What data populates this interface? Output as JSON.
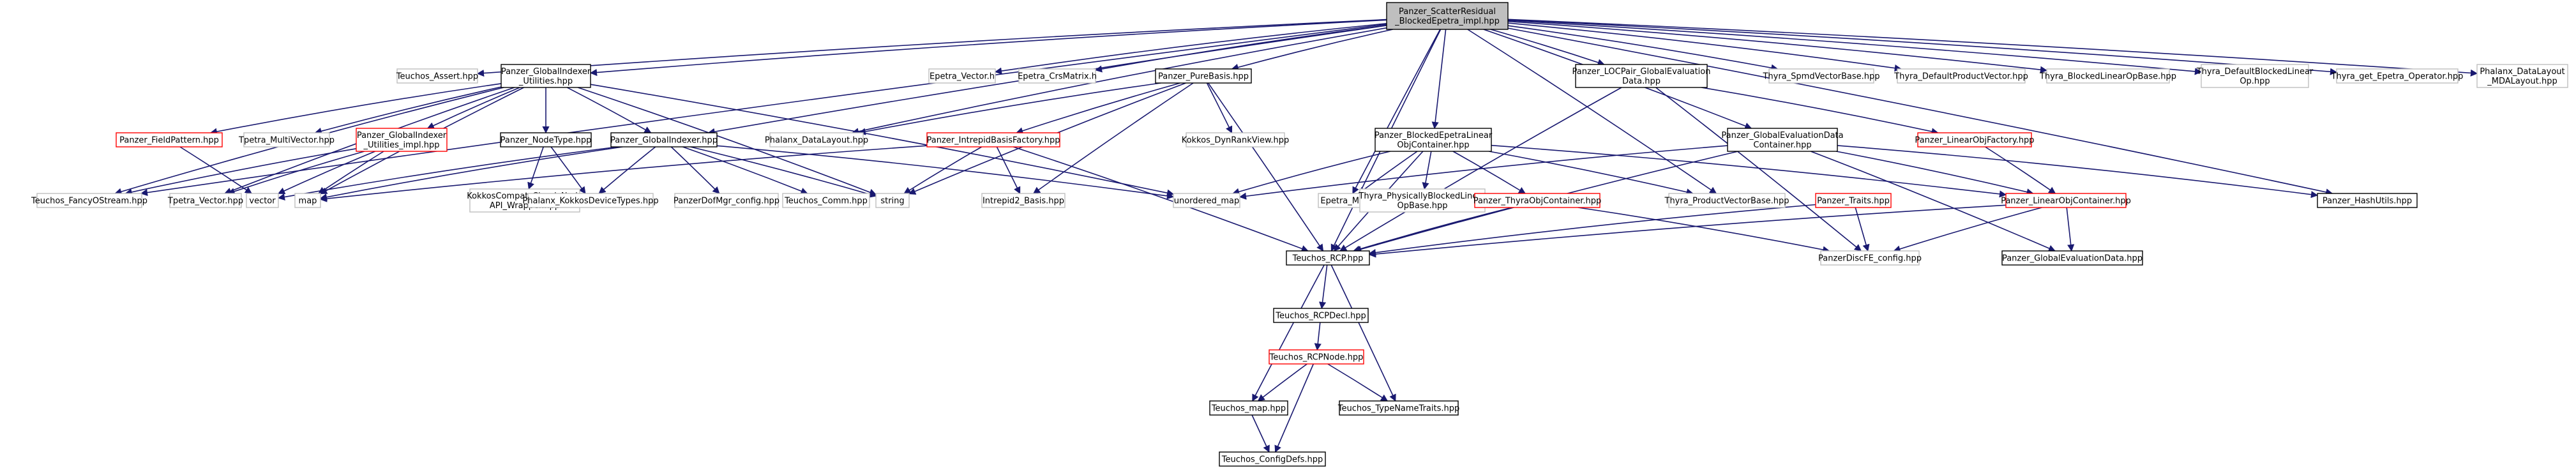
{
  "diagram": {
    "title": "",
    "colors": {
      "edge": "#191970",
      "root_fill": "#bfbfbf",
      "root_stroke": "#000000",
      "documented_stroke": "#000000",
      "undocumented_stroke": "#bfbfbf",
      "link_missing_stroke": "#ff0000"
    },
    "nodes": [
      {
        "id": "root",
        "style": "root",
        "lines": [
          "Panzer_ScatterResidual",
          "_BlockedEpetra_impl.hpp"
        ]
      },
      {
        "id": "teuchos_assert",
        "style": "undocumented",
        "lines": [
          "Teuchos_Assert.hpp"
        ]
      },
      {
        "id": "gi_utilities",
        "style": "documented",
        "lines": [
          "Panzer_GlobalIndexer",
          "_Utilities.hpp"
        ]
      },
      {
        "id": "epetra_vector",
        "style": "undocumented",
        "lines": [
          "Epetra_Vector.h"
        ]
      },
      {
        "id": "epetra_crsmatrix",
        "style": "undocumented",
        "lines": [
          "Epetra_CrsMatrix.h"
        ]
      },
      {
        "id": "pure_basis",
        "style": "documented",
        "lines": [
          "Panzer_PureBasis.hpp"
        ]
      },
      {
        "id": "loc_pair",
        "style": "documented",
        "lines": [
          "Panzer_LOCPair_GlobalEvaluation",
          "Data.hpp"
        ]
      },
      {
        "id": "thyra_spmd",
        "style": "undocumented",
        "lines": [
          "Thyra_SpmdVectorBase.hpp"
        ]
      },
      {
        "id": "thyra_default_pv",
        "style": "undocumented",
        "lines": [
          "Thyra_DefaultProductVector.hpp"
        ]
      },
      {
        "id": "thyra_blocked_lop",
        "style": "undocumented",
        "lines": [
          "Thyra_BlockedLinearOpBase.hpp"
        ]
      },
      {
        "id": "thyra_default_blocked",
        "style": "undocumented",
        "lines": [
          "Thyra_DefaultBlockedLinear",
          "Op.hpp"
        ]
      },
      {
        "id": "thyra_get_epetra",
        "style": "undocumented",
        "lines": [
          "Thyra_get_Epetra_Operator.hpp"
        ]
      },
      {
        "id": "phalanx_mdalayout",
        "style": "undocumented",
        "lines": [
          "Phalanx_DataLayout",
          "_MDALayout.hpp"
        ]
      },
      {
        "id": "field_pattern",
        "style": "missing",
        "lines": [
          "Panzer_FieldPattern.hpp"
        ]
      },
      {
        "id": "tpetra_multivector",
        "style": "undocumented",
        "lines": [
          "Tpetra_MultiVector.hpp"
        ]
      },
      {
        "id": "gi_utilities_impl",
        "style": "missing",
        "lines": [
          "Panzer_GlobalIndexer",
          "_Utilities_impl.hpp"
        ]
      },
      {
        "id": "node_type",
        "style": "documented",
        "lines": [
          "Panzer_NodeType.hpp"
        ]
      },
      {
        "id": "global_indexer",
        "style": "documented",
        "lines": [
          "Panzer_GlobalIndexer.hpp"
        ]
      },
      {
        "id": "phalanx_datalayout",
        "style": "undocumented",
        "lines": [
          "Phalanx_DataLayout.hpp"
        ]
      },
      {
        "id": "kokkos_dynrank",
        "style": "undocumented",
        "lines": [
          "Kokkos_DynRankView.hpp"
        ]
      },
      {
        "id": "blocked_epetra_lo",
        "style": "documented",
        "lines": [
          "Panzer_BlockedEpetraLinear",
          "ObjContainer.hpp"
        ]
      },
      {
        "id": "global_eval_dc",
        "style": "documented",
        "lines": [
          "Panzer_GlobalEvaluationData",
          "Container.hpp"
        ]
      },
      {
        "id": "linear_obj_factory",
        "style": "missing",
        "lines": [
          "Panzer_LinearObjFactory.hpp"
        ]
      },
      {
        "id": "intrepid_factory",
        "style": "missing",
        "lines": [
          "Panzer_IntrepidBasisFactory.hpp"
        ]
      },
      {
        "id": "teuchos_fancy",
        "style": "undocumented",
        "lines": [
          "Teuchos_FancyOStream.hpp"
        ]
      },
      {
        "id": "tpetra_vector",
        "style": "undocumented",
        "lines": [
          "Tpetra_Vector.hpp"
        ]
      },
      {
        "id": "vector",
        "style": "undocumented",
        "lines": [
          "vector"
        ]
      },
      {
        "id": "map",
        "style": "undocumented",
        "lines": [
          "map"
        ]
      },
      {
        "id": "kokkos_compat",
        "style": "undocumented",
        "lines": [
          "KokkosCompat_ClassicNode",
          "API_Wrapper.hpp"
        ]
      },
      {
        "id": "phalanx_kokkos",
        "style": "undocumented",
        "lines": [
          "Phalanx_KokkosDeviceTypes.hpp"
        ]
      },
      {
        "id": "panzer_dofmgr",
        "style": "undocumented",
        "lines": [
          "PanzerDofMgr_config.hpp"
        ]
      },
      {
        "id": "teuchos_comm",
        "style": "undocumented",
        "lines": [
          "Teuchos_Comm.hpp"
        ]
      },
      {
        "id": "string",
        "style": "undocumented",
        "lines": [
          "string"
        ]
      },
      {
        "id": "intrepid2_basis",
        "style": "undocumented",
        "lines": [
          "Intrepid2_Basis.hpp"
        ]
      },
      {
        "id": "unordered_map",
        "style": "undocumented",
        "lines": [
          "unordered_map"
        ]
      },
      {
        "id": "epetra_map",
        "style": "undocumented",
        "lines": [
          "Epetra_Map.h"
        ]
      },
      {
        "id": "thyra_phys_blocked",
        "style": "undocumented",
        "lines": [
          "Thyra_PhysicallyBlockedLinear",
          "OpBase.hpp"
        ]
      },
      {
        "id": "thyra_obj_container",
        "style": "missing",
        "lines": [
          "Panzer_ThyraObjContainer.hpp"
        ]
      },
      {
        "id": "thyra_product_vb",
        "style": "undocumented",
        "lines": [
          "Thyra_ProductVectorBase.hpp"
        ]
      },
      {
        "id": "panzer_traits",
        "style": "missing",
        "lines": [
          "Panzer_Traits.hpp"
        ]
      },
      {
        "id": "linear_obj_container",
        "style": "missing",
        "lines": [
          "Panzer_LinearObjContainer.hpp"
        ]
      },
      {
        "id": "hash_utils",
        "style": "documented",
        "lines": [
          "Panzer_HashUtils.hpp"
        ]
      },
      {
        "id": "teuchos_rcp",
        "style": "documented",
        "lines": [
          "Teuchos_RCP.hpp"
        ]
      },
      {
        "id": "panzer_discfe",
        "style": "undocumented",
        "lines": [
          "PanzerDiscFE_config.hpp"
        ]
      },
      {
        "id": "global_eval_data",
        "style": "documented",
        "lines": [
          "Panzer_GlobalEvaluationData.hpp"
        ]
      },
      {
        "id": "rcp_decl",
        "style": "documented",
        "lines": [
          "Teuchos_RCPDecl.hpp"
        ]
      },
      {
        "id": "rcp_node",
        "style": "missing",
        "lines": [
          "Teuchos_RCPNode.hpp"
        ]
      },
      {
        "id": "teuchos_map",
        "style": "documented",
        "lines": [
          "Teuchos_map.hpp"
        ]
      },
      {
        "id": "type_name_traits",
        "style": "documented",
        "lines": [
          "Teuchos_TypeNameTraits.hpp"
        ]
      },
      {
        "id": "config_defs",
        "style": "documented",
        "lines": [
          "Teuchos_ConfigDefs.hpp"
        ]
      }
    ],
    "edges": [
      [
        "root",
        "teuchos_assert"
      ],
      [
        "root",
        "gi_utilities"
      ],
      [
        "root",
        "epetra_vector"
      ],
      [
        "root",
        "epetra_crsmatrix"
      ],
      [
        "root",
        "pure_basis"
      ],
      [
        "root",
        "loc_pair"
      ],
      [
        "root",
        "thyra_spmd"
      ],
      [
        "root",
        "thyra_default_pv"
      ],
      [
        "root",
        "thyra_blocked_lop"
      ],
      [
        "root",
        "thyra_default_blocked"
      ],
      [
        "root",
        "thyra_get_epetra"
      ],
      [
        "root",
        "phalanx_mdalayout"
      ],
      [
        "root",
        "teuchos_fancy"
      ],
      [
        "root",
        "global_indexer"
      ],
      [
        "root",
        "blocked_epetra_lo"
      ],
      [
        "root",
        "global_eval_dc"
      ],
      [
        "root",
        "epetra_map"
      ],
      [
        "root",
        "teuchos_rcp"
      ],
      [
        "root",
        "hash_utils"
      ],
      [
        "root",
        "thyra_product_vb"
      ],
      [
        "root",
        "phalanx_datalayout"
      ],
      [
        "gi_utilities",
        "field_pattern"
      ],
      [
        "gi_utilities",
        "tpetra_multivector"
      ],
      [
        "gi_utilities",
        "gi_utilities_impl"
      ],
      [
        "gi_utilities",
        "node_type"
      ],
      [
        "gi_utilities",
        "global_indexer"
      ],
      [
        "gi_utilities",
        "teuchos_fancy"
      ],
      [
        "gi_utilities",
        "tpetra_vector"
      ],
      [
        "gi_utilities",
        "map"
      ],
      [
        "gi_utilities",
        "string"
      ],
      [
        "gi_utilities",
        "unordered_map"
      ],
      [
        "field_pattern",
        "vector"
      ],
      [
        "gi_utilities_impl",
        "teuchos_fancy"
      ],
      [
        "gi_utilities_impl",
        "tpetra_vector"
      ],
      [
        "gi_utilities_impl",
        "vector"
      ],
      [
        "gi_utilities_impl",
        "map"
      ],
      [
        "node_type",
        "kokkos_compat"
      ],
      [
        "node_type",
        "phalanx_kokkos"
      ],
      [
        "global_indexer",
        "map"
      ],
      [
        "global_indexer",
        "vector"
      ],
      [
        "global_indexer",
        "phalanx_kokkos"
      ],
      [
        "global_indexer",
        "panzer_dofmgr"
      ],
      [
        "global_indexer",
        "teuchos_comm"
      ],
      [
        "global_indexer",
        "string"
      ],
      [
        "global_indexer",
        "unordered_map"
      ],
      [
        "pure_basis",
        "phalanx_datalayout"
      ],
      [
        "pure_basis",
        "kokkos_dynrank"
      ],
      [
        "pure_basis",
        "intrepid_factory"
      ],
      [
        "pure_basis",
        "string"
      ],
      [
        "pure_basis",
        "intrepid2_basis"
      ],
      [
        "pure_basis",
        "teuchos_rcp"
      ],
      [
        "intrepid_factory",
        "string"
      ],
      [
        "intrepid_factory",
        "intrepid2_basis"
      ],
      [
        "intrepid_factory",
        "teuchos_rcp"
      ],
      [
        "intrepid_factory",
        "map"
      ],
      [
        "blocked_epetra_lo",
        "unordered_map"
      ],
      [
        "blocked_epetra_lo",
        "epetra_map"
      ],
      [
        "blocked_epetra_lo",
        "thyra_phys_blocked"
      ],
      [
        "blocked_epetra_lo",
        "thyra_obj_container"
      ],
      [
        "blocked_epetra_lo",
        "thyra_product_vb"
      ],
      [
        "blocked_epetra_lo",
        "linear_obj_container"
      ],
      [
        "blocked_epetra_lo",
        "teuchos_rcp"
      ],
      [
        "global_eval_dc",
        "unordered_map"
      ],
      [
        "global_eval_dc",
        "teuchos_rcp"
      ],
      [
        "global_eval_dc",
        "hash_utils"
      ],
      [
        "global_eval_dc",
        "linear_obj_container"
      ],
      [
        "global_eval_dc",
        "global_eval_data"
      ],
      [
        "loc_pair",
        "linear_obj_factory"
      ],
      [
        "loc_pair",
        "teuchos_rcp"
      ],
      [
        "loc_pair",
        "panzer_discfe"
      ],
      [
        "linear_obj_factory",
        "linear_obj_container"
      ],
      [
        "thyra_obj_container",
        "teuchos_rcp"
      ],
      [
        "thyra_obj_container",
        "panzer_discfe"
      ],
      [
        "panzer_traits",
        "teuchos_rcp"
      ],
      [
        "panzer_traits",
        "panzer_discfe"
      ],
      [
        "linear_obj_container",
        "teuchos_rcp"
      ],
      [
        "linear_obj_container",
        "panzer_discfe"
      ],
      [
        "linear_obj_container",
        "global_eval_data"
      ],
      [
        "teuchos_rcp",
        "rcp_decl"
      ],
      [
        "teuchos_rcp",
        "teuchos_map"
      ],
      [
        "teuchos_rcp",
        "type_name_traits"
      ],
      [
        "rcp_decl",
        "rcp_node"
      ],
      [
        "rcp_node",
        "teuchos_map"
      ],
      [
        "rcp_node",
        "type_name_traits"
      ],
      [
        "rcp_node",
        "config_defs"
      ],
      [
        "teuchos_map",
        "config_defs"
      ]
    ]
  }
}
